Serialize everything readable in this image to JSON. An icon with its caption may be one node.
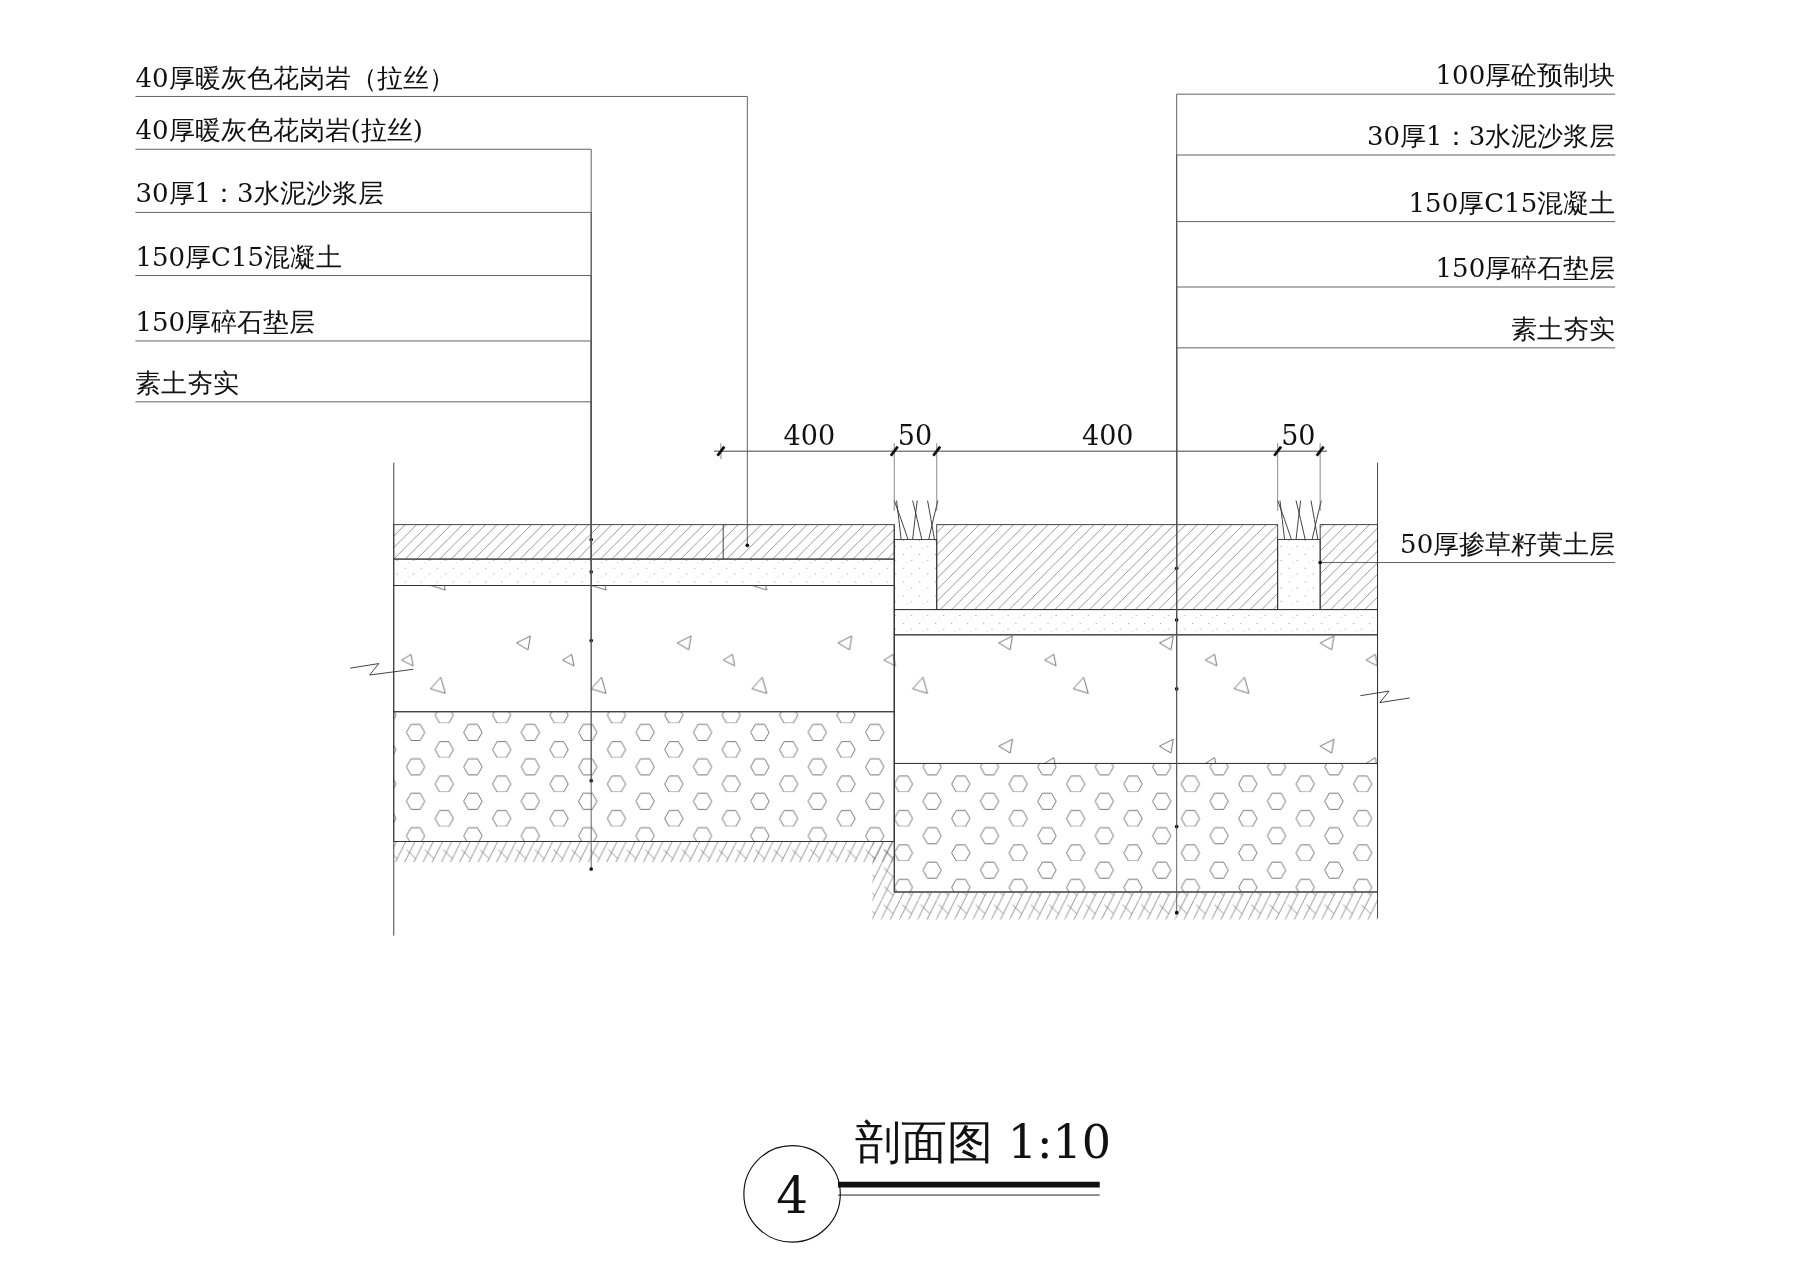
{
  "diagram": {
    "title": "剖面图 1:10",
    "nodes": [
      {
        "text": [
          "40厚暖灰色花岗岩（拉丝）"
        ]
      },
      {
        "text": [
          "40厚暖灰色花岗岩(拉丝)"
        ]
      },
      {
        "text": [
          "30厚1：3水泥沙浆层"
        ]
      },
      {
        "text": [
          "150厚C15混凝土"
        ]
      },
      {
        "text": [
          "150厚碎石垫层"
        ]
      },
      {
        "text": [
          "素土夯实"
        ]
      },
      {
        "text": [
          "100厚砼预制块"
        ]
      },
      {
        "text": [
          "30厚1：3水泥沙浆层"
        ]
      },
      {
        "text": [
          "150厚C15混凝土"
        ]
      },
      {
        "text": [
          "150厚碎石垫层"
        ]
      },
      {
        "text": [
          "素土夯实"
        ]
      },
      {
        "text": [
          "50厚掺草籽黄土层"
        ]
      },
      {
        "text": [],
        "shape": "box"
      }
    ],
    "edges": [
      {
        "from": 0,
        "to": null,
        "arrow": "other"
      },
      {
        "from": 1,
        "to": null,
        "arrow": "other"
      },
      {
        "from": 2,
        "to": null,
        "arrow": "other"
      },
      {
        "from": 3,
        "to": null,
        "arrow": "other"
      },
      {
        "from": 4,
        "to": null,
        "arrow": "other"
      },
      {
        "from": 5,
        "to": null,
        "arrow": "other"
      },
      {
        "from": 6,
        "to": null,
        "arrow": "other"
      },
      {
        "from": 7,
        "to": null,
        "arrow": "other"
      },
      {
        "from": 8,
        "to": null,
        "arrow": "other"
      },
      {
        "from": 9,
        "to": null,
        "arrow": "other"
      },
      {
        "from": 10,
        "to": null,
        "arrow": "other"
      },
      {
        "from": 11,
        "to": 12,
        "arrow": "other"
      }
    ],
    "labels": [
      "400",
      "50",
      "400",
      "50",
      "4"
    ]
  }
}
